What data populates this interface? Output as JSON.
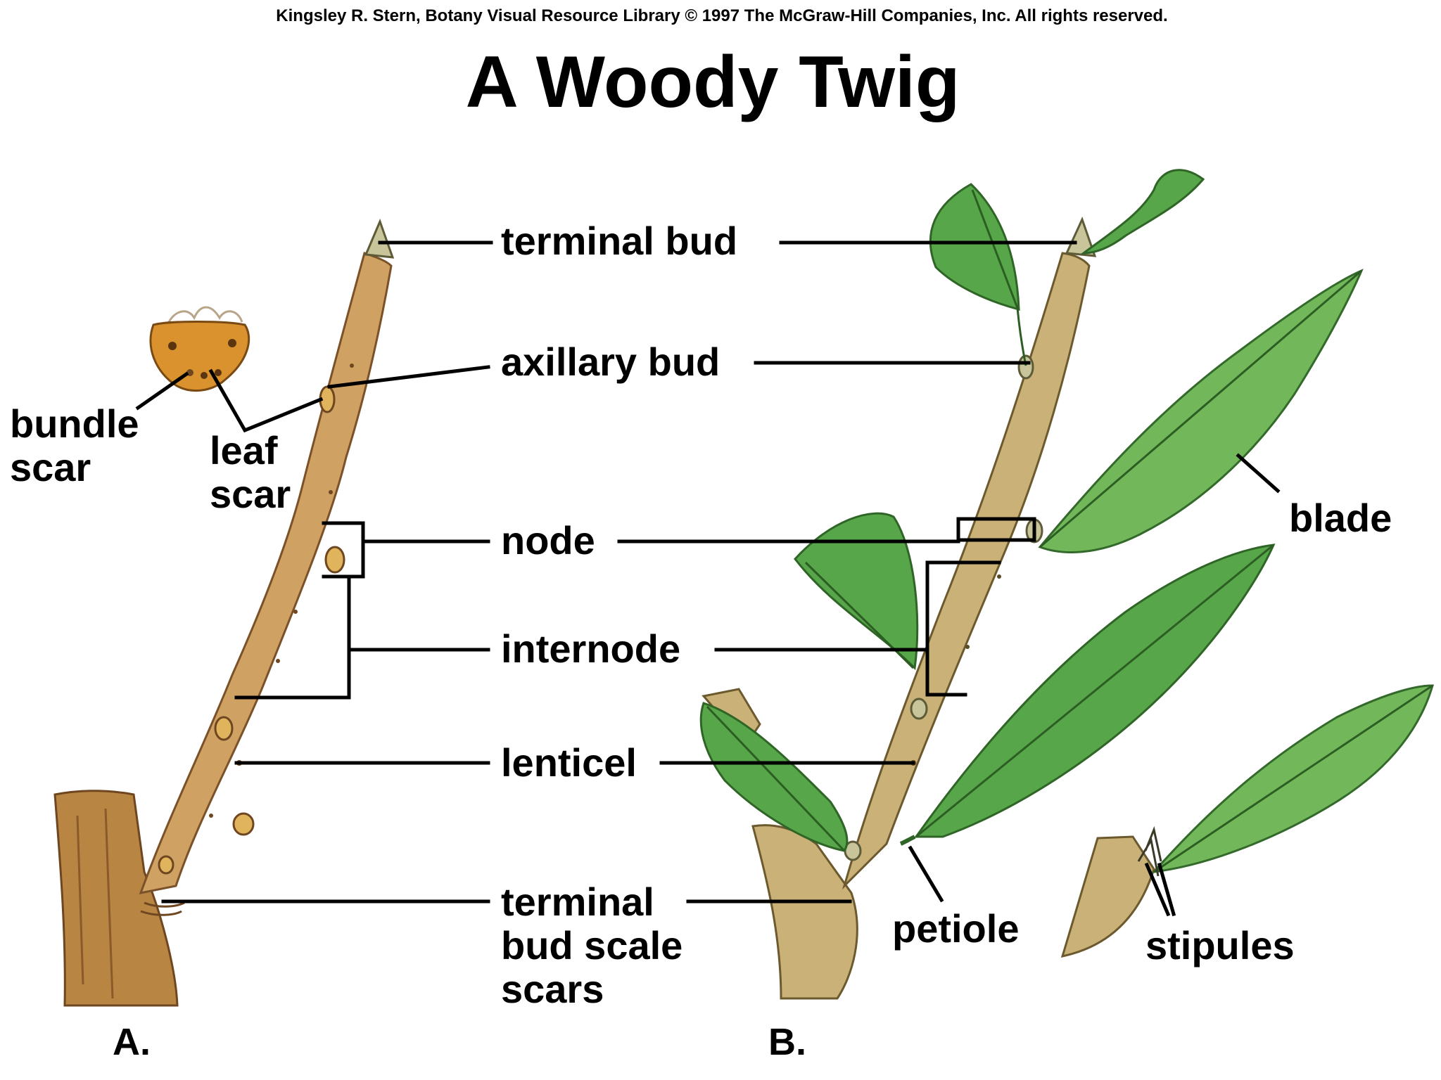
{
  "credit": "Kingsley R. Stern, Botany Visual Resource Library © 1997 The McGraw-Hill Companies, Inc. All rights reserved.",
  "title": "A Woody Twig",
  "labels": {
    "terminal_bud": "terminal bud",
    "axillary_bud": "axillary bud",
    "node": "node",
    "internode": "internode",
    "lenticel": "lenticel",
    "terminal_bud_scale_scars": [
      "terminal",
      "bud scale",
      "scars"
    ],
    "bundle_scar": [
      "bundle",
      "scar"
    ],
    "leaf_scar": [
      "leaf",
      "scar"
    ],
    "blade": "blade",
    "petiole": "petiole",
    "stipules": "stipules"
  },
  "panels": {
    "a": "A.",
    "b": "B."
  },
  "colors": {
    "wood": "#cfa163",
    "leaf": "#58a64a",
    "leaf_scar": "#d9922e",
    "leader_line": "#000000"
  }
}
